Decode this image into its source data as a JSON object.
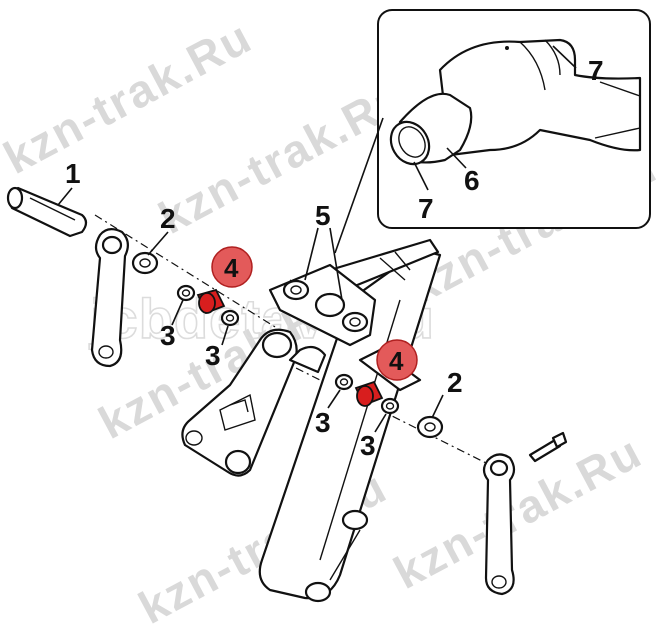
{
  "watermarks": {
    "site": "kzn-trak.Ru",
    "center": "jcbdetavo.ru"
  },
  "callouts": {
    "pin": "1",
    "washer_upper": "2",
    "washer_lower": "2",
    "ring_a": "3",
    "ring_b": "3",
    "ring_c": "3",
    "ring_d": "3",
    "bushing_upper": "4",
    "bushing_lower": "4",
    "cylinder_mount": "5",
    "inset_body": "6",
    "inset_seal_top": "7",
    "inset_seal_bottom": "7"
  },
  "colors": {
    "highlight_part": "#d81e1e",
    "highlight_badge": "#e35a5a",
    "line": "#111111",
    "watermark": "#d9d9d9"
  }
}
